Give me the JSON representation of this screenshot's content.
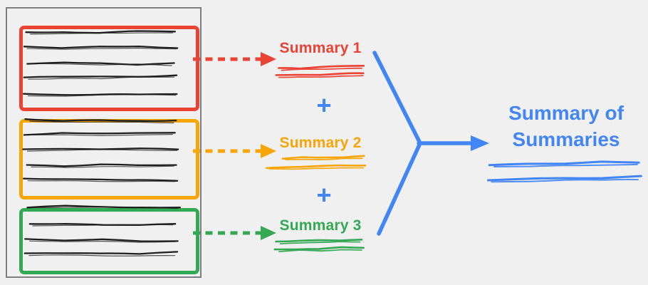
{
  "palette": {
    "red": "#EA4335",
    "orange": "#F7A609",
    "green": "#34A853",
    "blue": "#4285F4",
    "ink": "#1f1f1f",
    "frame_gray": "#7e7e7e",
    "background": "#f0f0f0"
  },
  "document": {
    "chunks": [
      {
        "id": "chunk-1",
        "color": "red",
        "text_lines": 5
      },
      {
        "id": "chunk-2",
        "color": "orange",
        "text_lines": 5
      },
      {
        "id": "chunk-3",
        "color": "green",
        "text_lines": 4
      }
    ]
  },
  "summaries": [
    {
      "label": "Summary 1",
      "color": "red"
    },
    {
      "label": "Summary 2",
      "color": "orange"
    },
    {
      "label": "Summary 3",
      "color": "green"
    }
  ],
  "plus_sign": "+",
  "final_summary": {
    "label": "Summary of Summaries",
    "color": "blue"
  }
}
